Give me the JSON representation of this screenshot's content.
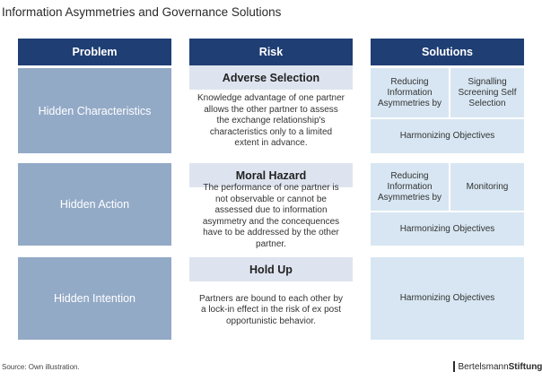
{
  "title": "Information Asymmetries and Governance Solutions",
  "headers": {
    "problem": "Problem",
    "risk": "Risk",
    "solutions": "Solutions"
  },
  "rows": [
    {
      "problem": "Hidden Characteristics",
      "risk_title": "Adverse Selection",
      "risk_text": "Knowledge advantage of one partner allows the other partner to assess the exchange relationship's characteristics only to a limited extent in advance.",
      "solution_left": "Reducing Information Asymmetries by",
      "solution_right": "Signalling Screening Self Selection",
      "solution_bottom": "Harmonizing Objectives"
    },
    {
      "problem": "Hidden Action",
      "risk_title": "Moral Hazard",
      "risk_text": "The performance of one partner is not observable or cannot be assessed due to information asymmetry and the concequences have to be addressed by the other partner.",
      "solution_left": "Reducing Information Asymmetries by",
      "solution_right": "Monitoring",
      "solution_bottom": "Harmonizing Objectives"
    },
    {
      "problem": "Hidden Intention",
      "risk_title": "Hold Up",
      "risk_text": "Partners are bound to each other by a lock-in effect in the risk of ex post opportunistic behavior.",
      "solution_full": "Harmonizing Objectives"
    }
  ],
  "source": "Source: Own illustration.",
  "logo": {
    "part1": "Bertelsmann",
    "part2": "Stiftung"
  },
  "colors": {
    "header": "#1f3e73",
    "problem": "#93aac7",
    "risk_title_bg": "#dee4ef",
    "solution_bg": "#d7e6f2"
  }
}
